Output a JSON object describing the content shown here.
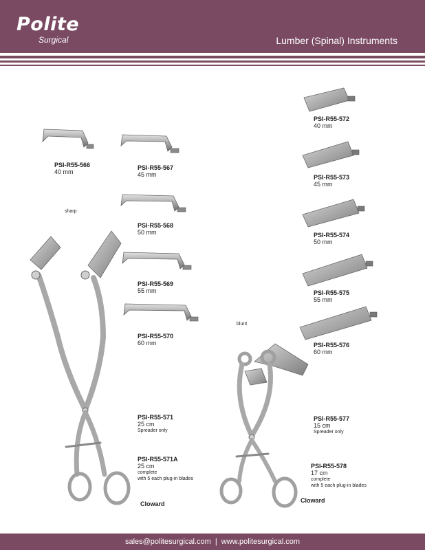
{
  "header": {
    "logo_main": "Polite",
    "logo_sub": "Surgical",
    "title": "Lumber (Spinal) Instruments"
  },
  "products": [
    {
      "code": "PSI-R55-566",
      "size": "40 mm",
      "note": ""
    },
    {
      "code": "PSI-R55-567",
      "size": "45 mm",
      "note": ""
    },
    {
      "code": "PSI-R55-568",
      "size": "50 mm",
      "note": ""
    },
    {
      "code": "PSI-R55-569",
      "size": "55 mm",
      "note": ""
    },
    {
      "code": "PSI-R55-570",
      "size": "60 mm",
      "note": ""
    },
    {
      "code": "PSI-R55-571",
      "size": "25 cm",
      "note": "Spreader only"
    },
    {
      "code": "PSI-R55-571A",
      "size": "25 cm",
      "note": "complete",
      "note2": "with 5 each plug-in blades"
    },
    {
      "code": "PSI-R55-572",
      "size": "40 mm",
      "note": ""
    },
    {
      "code": "PSI-R55-573",
      "size": "45 mm",
      "note": ""
    },
    {
      "code": "PSI-R55-574",
      "size": "50 mm",
      "note": ""
    },
    {
      "code": "PSI-R55-575",
      "size": "55 mm",
      "note": ""
    },
    {
      "code": "PSI-R55-576",
      "size": "60 mm",
      "note": ""
    },
    {
      "code": "PSI-R55-577",
      "size": "15 cm",
      "note": "Spreader only"
    },
    {
      "code": "PSI-R55-578",
      "size": "17 cm",
      "note": "complete",
      "note2": "with 5 each plug-in blades"
    }
  ],
  "tags": {
    "sharp": "sharp",
    "blunt": "blunt"
  },
  "brand_left": "Cloward",
  "brand_right": "Cloward",
  "footer": {
    "email": "sales@politesurgical.com",
    "separator": "|",
    "website": "www.politesurgical.com"
  },
  "colors": {
    "brand": "#7a4a63",
    "steel_light": "#c9c9c9",
    "steel_dark": "#7a7a7a"
  }
}
